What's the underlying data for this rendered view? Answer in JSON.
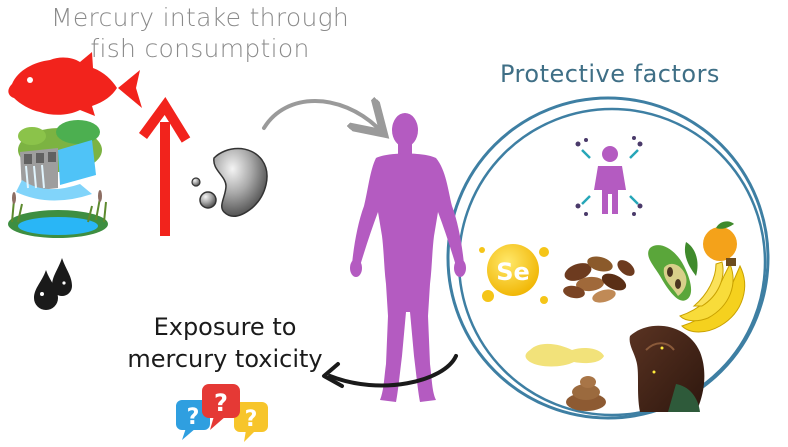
{
  "top_title": {
    "line1": "Mercury intake through",
    "line2": "fish consumption"
  },
  "protective_title": "Protective factors",
  "exposure_title": {
    "line1": "Exposure to",
    "line2": "mercury toxicity"
  },
  "selenium_label": "Se",
  "question_mark": "?",
  "colors": {
    "fish": "#f2231c",
    "arrow_up": "#f2231c",
    "human": "#b45bc1",
    "circle": "#3e7fa3",
    "title_gray": "#8a8a8a",
    "protective_text": "#3f6f86",
    "mercury": "#9a9a9a",
    "selenium": "#f5c518",
    "bubble_blue": "#2f9fe0",
    "bubble_red": "#e53935",
    "bubble_yellow": "#f7c52b"
  },
  "icons": [
    "fish-icon",
    "dam-icon",
    "pond-icon",
    "oil-drops-icon",
    "mercury-droplet-icon",
    "human-figure-icon",
    "person-stretch-icon",
    "selenium-icon",
    "brazil-nuts-icon",
    "beans-icon",
    "orange-icon",
    "bananas-icon",
    "urine-icon",
    "hair-icon",
    "feces-icon",
    "question-bubbles-icon"
  ]
}
